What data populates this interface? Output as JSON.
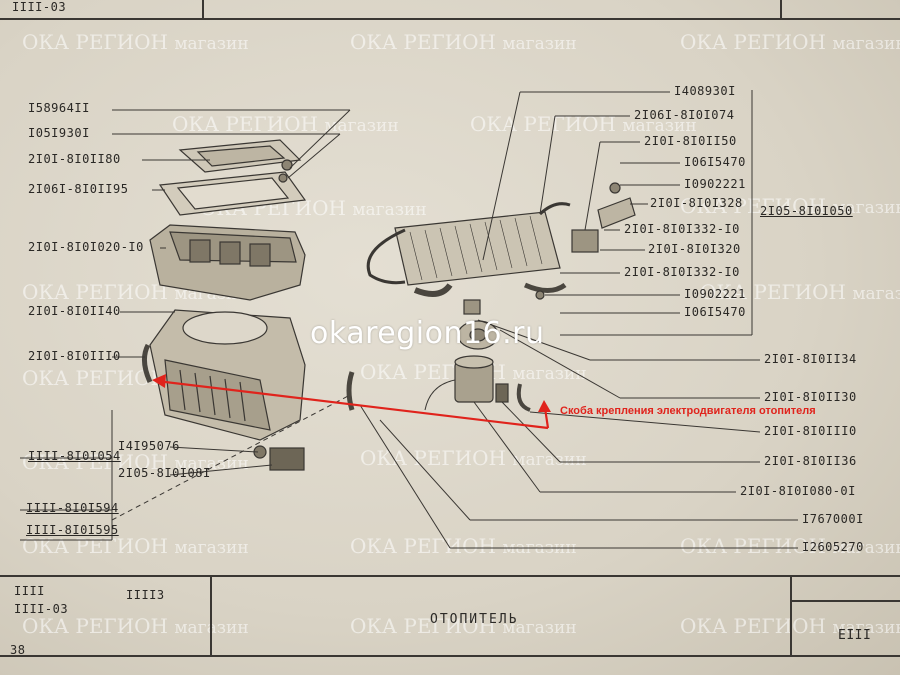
{
  "header": {
    "sheet_code": "IIII-03"
  },
  "watermark": {
    "text": "ОКА РЕГИОН",
    "suffix": "магазин"
  },
  "website": "okaregion16.ru",
  "annotation": {
    "text": "Скоба крепления электродвигателя отопителя"
  },
  "left_labels": [
    "I58964II",
    "I05I930I",
    "2I0I-8I0II80",
    "2I06I-8I0II95",
    "2I0I-8I0I020-I0",
    "2I0I-8I0II40",
    "2I0I-8I0III0",
    "IIII-8I0I054",
    "I4I95076",
    "2I05-8I0I08I",
    "IIII-8I0I594",
    "IIII-8I0I595"
  ],
  "right_labels": [
    "I408930I",
    "2I06I-8I0I074",
    "2I0I-8I0II50",
    "I06I5470",
    "I0902221",
    "2I0I-8I0I328",
    "2I05-8I0I050",
    "2I0I-8I0I332-I0",
    "2I0I-8I0I320",
    "2I0I-8I0I332-I0",
    "I0902221",
    "I06I5470",
    "2I0I-8I0II34",
    "2I0I-8I0II30",
    "2I0I-8I0III0",
    "2I0I-8I0II36",
    "2I0I-8I0I080-0I",
    "I767000I",
    "I2605270"
  ],
  "footer": {
    "model_1": "IIII",
    "model_2": "IIII-03",
    "model_3": "IIII3",
    "title": "ОТОПИТЕЛЬ",
    "doc_code": "EIII",
    "page_number": "38"
  }
}
